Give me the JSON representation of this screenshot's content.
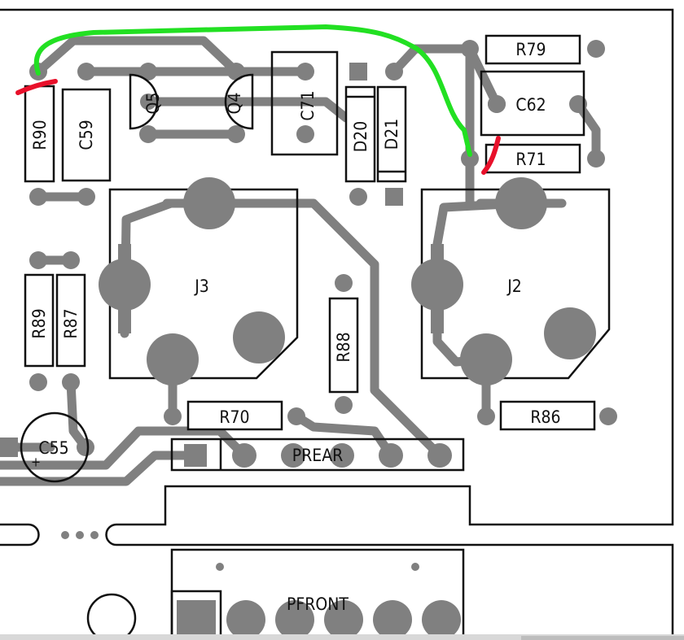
{
  "board": {
    "components": {
      "R90": "R90",
      "C59": "C59",
      "Q5": "Q5",
      "Q4": "Q4",
      "C71": "C71",
      "D20": "D20",
      "D21": "D21",
      "R79": "R79",
      "C62": "C62",
      "R71": "R71",
      "J3": "J3",
      "J2": "J2",
      "R89": "R89",
      "R87": "R87",
      "R88": "R88",
      "R70": "R70",
      "R86": "R86",
      "C55": "C55",
      "C55_polarity": "+",
      "PREAR": "PREAR",
      "PFRONT": "PFRONT"
    }
  },
  "colors": {
    "trace": "#808080",
    "jumper_wire": "#22e022",
    "cut_mark": "#e8102a"
  }
}
